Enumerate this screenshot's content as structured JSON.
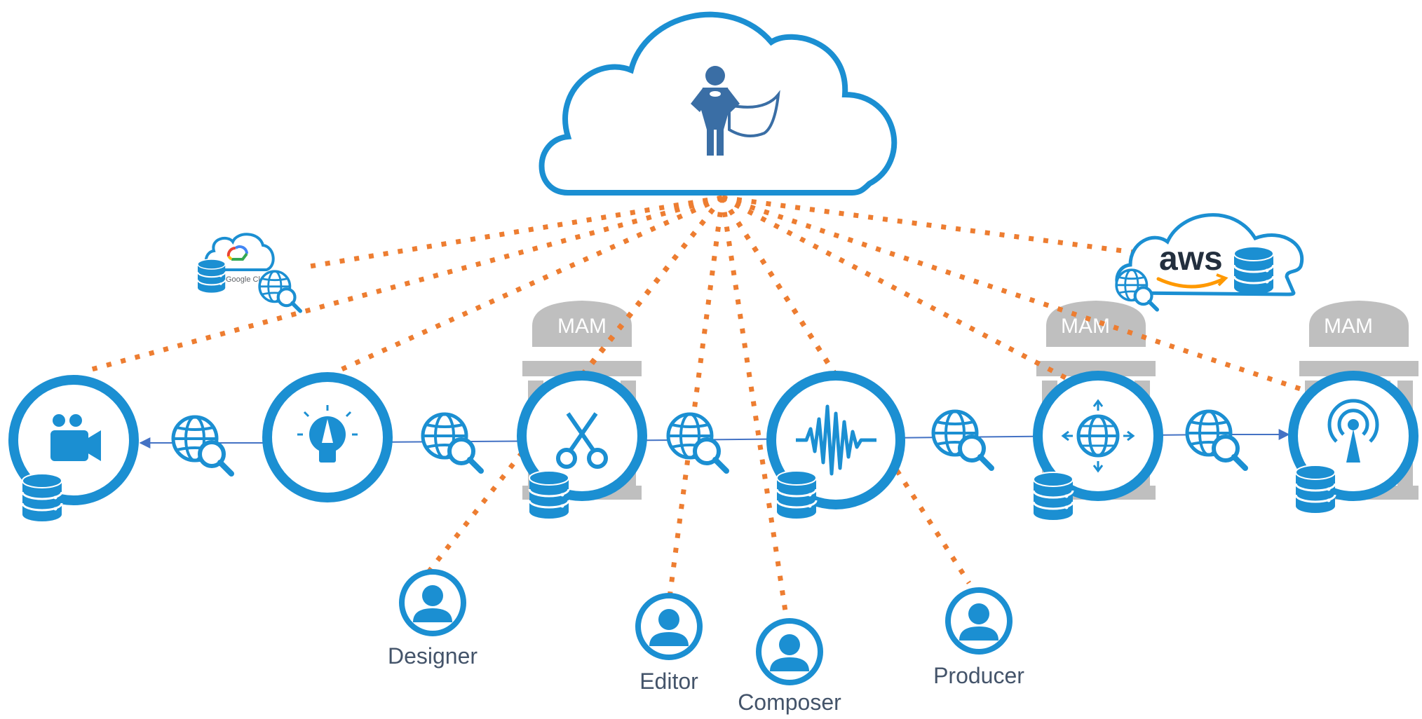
{
  "storage_system_label": "MAM",
  "cloud_providers": {
    "aws": "aws",
    "google": "Google Cloud"
  },
  "stage_icons": [
    "video-camera-icon",
    "idea-bulb-icon",
    "scissors-icon",
    "audio-waveform-icon",
    "global-distribution-icon",
    "broadcast-antenna-icon"
  ],
  "users": {
    "designer": "Designer",
    "editor": "Editor",
    "composer": "Composer",
    "producer": "Producer"
  },
  "colors": {
    "primary_blue": "#1b8fd2",
    "cloud_outline": "#1b8fd2",
    "connector_orange": "#ed7d31",
    "flow_arrow": "#4472c4",
    "mam_gray": "#bfbfbf",
    "user_label": "#44546a",
    "hero_figure": "#3a6ea5"
  }
}
